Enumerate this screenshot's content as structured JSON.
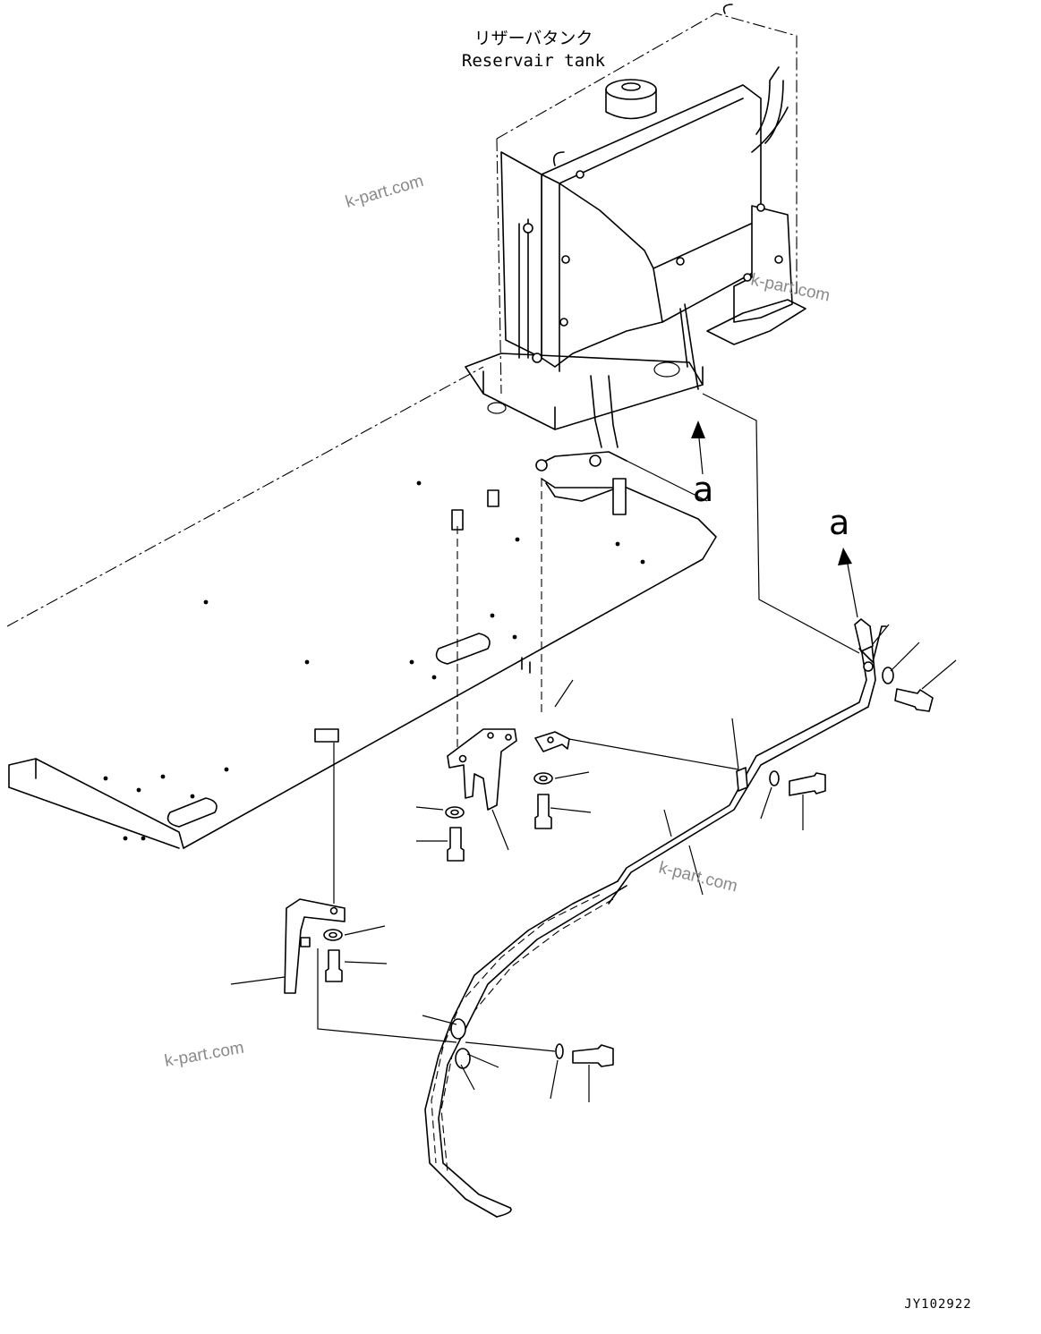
{
  "labels": {
    "tank_jp": "リザーバタンク",
    "tank_en": "Reservair tank",
    "callout_upper": "a",
    "callout_right": "a",
    "drawing_code": "JY102922"
  },
  "watermarks": [
    "k-part.com",
    "k-part.com",
    "k-part.com",
    "k-part.com"
  ]
}
